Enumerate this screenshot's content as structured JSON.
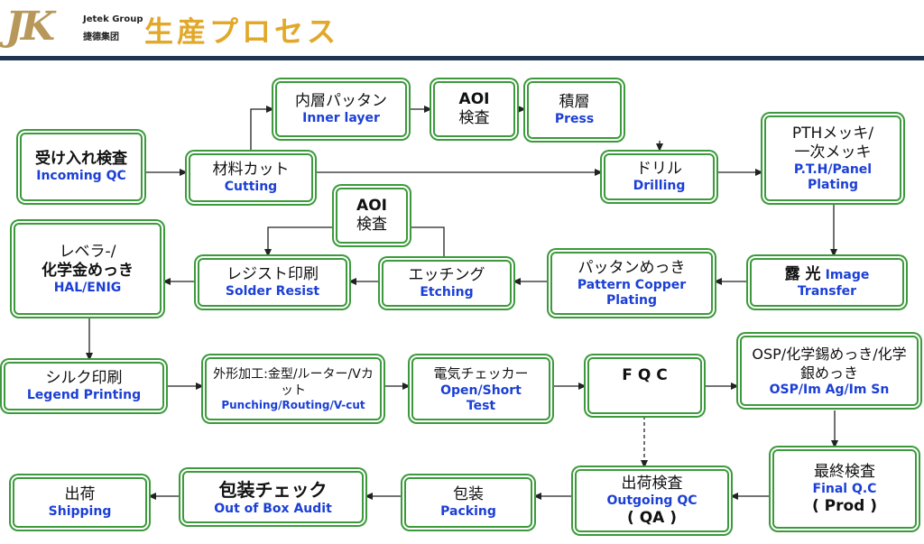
{
  "header": {
    "logo_mark": "JK",
    "logo_group": "Jetek Group",
    "logo_cn": "捷德集团",
    "title": "生産プロセス"
  },
  "nodes": {
    "incoming_qc": {
      "jp": "受け入れ検査",
      "en": "Incoming QC"
    },
    "cutting": {
      "jp": "材料カット",
      "en": "Cutting"
    },
    "inner_layer": {
      "jp": "内層パッタン",
      "en": "Inner layer"
    },
    "aoi1": {
      "jp": "AOI",
      "jp2": "検査"
    },
    "press": {
      "jp": "積層",
      "en": "Press"
    },
    "drilling": {
      "jp": "ドリル",
      "en": "Drilling"
    },
    "pth": {
      "jp": "PTHメッキ/",
      "jp2": "一次メッキ",
      "en": "P.T.H/Panel Plating"
    },
    "image_transfer": {
      "jp": "露 光",
      "en": "Image",
      "en2": "Transfer"
    },
    "pattern_plating": {
      "jp": "パッタンめっき",
      "en": "Pattern Copper",
      "en2": "Plating"
    },
    "aoi2": {
      "jp": "AOI",
      "jp2": "検査"
    },
    "etching": {
      "jp": "エッチング",
      "en": "Etching"
    },
    "solder_resist": {
      "jp": "レジスト印刷",
      "en": "Solder Resist"
    },
    "hal_enig": {
      "jp": "レベラ-/",
      "jp2": "化学金めっき",
      "en": "HAL/ENIG"
    },
    "legend": {
      "jp": "シルク印刷",
      "en": "Legend Printing"
    },
    "punching": {
      "jp": "外形加工:金型/ルーター/Vカット",
      "en": "Punching/Routing/V-cut"
    },
    "open_short": {
      "jp": "電気チェッカー",
      "en": "Open/Short",
      "en2": "Test"
    },
    "fqc": {
      "jp": "F Q C"
    },
    "osp": {
      "jp": "OSP/化学錫めっき/化学銀めっき",
      "en": "OSP/Im Ag/Im Sn"
    },
    "final_qc": {
      "jp": "最終検査",
      "en": "Final Q.C",
      "jp2": "( Prod )"
    },
    "outgoing_qc": {
      "jp": "出荷検査",
      "en": "Outgoing QC",
      "jp2": "( QA )"
    },
    "packing": {
      "jp": "包装",
      "en": "Packing"
    },
    "box_audit": {
      "jp": "包装チェック",
      "en": "Out of Box Audit"
    },
    "shipping": {
      "jp": "出荷",
      "en": "Shipping"
    }
  }
}
